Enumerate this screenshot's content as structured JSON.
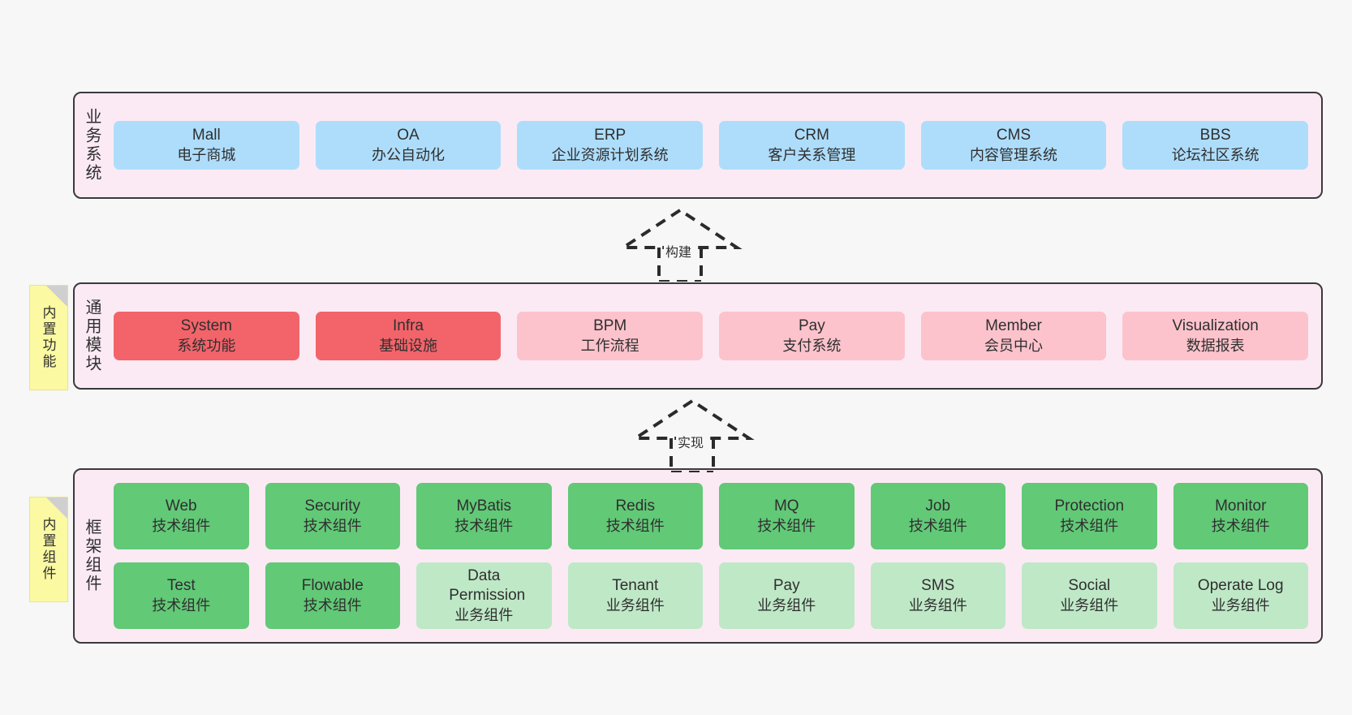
{
  "diagram": {
    "background": "#f7f7f7",
    "layer_fill": "#fbeaf4",
    "layer_border": "#3a3a3a",
    "note_fill": "#fbf9a2"
  },
  "layers": [
    {
      "id": "business-system",
      "label": "业务系统",
      "rows": [
        {
          "cards": [
            {
              "title": "Mall",
              "subtitle": "电子商城",
              "color": "#aeddfb",
              "style": "c-blue"
            },
            {
              "title": "OA",
              "subtitle": "办公自动化",
              "color": "#aeddfb",
              "style": "c-blue"
            },
            {
              "title": "ERP",
              "subtitle": "企业资源计划系统",
              "color": "#aeddfb",
              "style": "c-blue"
            },
            {
              "title": "CRM",
              "subtitle": "客户关系管理",
              "color": "#aeddfb",
              "style": "c-blue"
            },
            {
              "title": "CMS",
              "subtitle": "内容管理系统",
              "color": "#aeddfb",
              "style": "c-blue"
            },
            {
              "title": "BBS",
              "subtitle": "论坛社区系统",
              "color": "#aeddfb",
              "style": "c-blue"
            }
          ]
        }
      ]
    },
    {
      "id": "common-module",
      "label": "通用模块",
      "note": "内置功能",
      "rows": [
        {
          "cards": [
            {
              "title": "System",
              "subtitle": "系统功能",
              "color": "#f2646a",
              "style": "c-red"
            },
            {
              "title": "Infra",
              "subtitle": "基础设施",
              "color": "#f2646a",
              "style": "c-red"
            },
            {
              "title": "BPM",
              "subtitle": "工作流程",
              "color": "#fcc3cc",
              "style": "c-pink"
            },
            {
              "title": "Pay",
              "subtitle": "支付系统",
              "color": "#fcc3cc",
              "style": "c-pink"
            },
            {
              "title": "Member",
              "subtitle": "会员中心",
              "color": "#fcc3cc",
              "style": "c-pink"
            },
            {
              "title": "Visualization",
              "subtitle": "数据报表",
              "color": "#fcc3cc",
              "style": "c-pink"
            }
          ]
        }
      ]
    },
    {
      "id": "framework-component",
      "label": "框架组件",
      "note": "内置组件",
      "rows": [
        {
          "cards": [
            {
              "title": "Web",
              "subtitle": "技术组件",
              "color": "#62c977",
              "style": "c-green"
            },
            {
              "title": "Security",
              "subtitle": "技术组件",
              "color": "#62c977",
              "style": "c-green"
            },
            {
              "title": "MyBatis",
              "subtitle": "技术组件",
              "color": "#62c977",
              "style": "c-green"
            },
            {
              "title": "Redis",
              "subtitle": "技术组件",
              "color": "#62c977",
              "style": "c-green"
            },
            {
              "title": "MQ",
              "subtitle": "技术组件",
              "color": "#62c977",
              "style": "c-green"
            },
            {
              "title": "Job",
              "subtitle": "技术组件",
              "color": "#62c977",
              "style": "c-green"
            },
            {
              "title": "Protection",
              "subtitle": "技术组件",
              "color": "#62c977",
              "style": "c-green"
            },
            {
              "title": "Monitor",
              "subtitle": "技术组件",
              "color": "#62c977",
              "style": "c-green"
            }
          ]
        },
        {
          "cards": [
            {
              "title": "Test",
              "subtitle": "技术组件",
              "color": "#62c977",
              "style": "c-green"
            },
            {
              "title": "Flowable",
              "subtitle": "技术组件",
              "color": "#62c977",
              "style": "c-green"
            },
            {
              "title": "Data Permission",
              "subtitle": "业务组件",
              "color": "#bfe8c7",
              "style": "c-lgreen"
            },
            {
              "title": "Tenant",
              "subtitle": "业务组件",
              "color": "#bfe8c7",
              "style": "c-lgreen"
            },
            {
              "title": "Pay",
              "subtitle": "业务组件",
              "color": "#bfe8c7",
              "style": "c-lgreen"
            },
            {
              "title": "SMS",
              "subtitle": "业务组件",
              "color": "#bfe8c7",
              "style": "c-lgreen"
            },
            {
              "title": "Social",
              "subtitle": "业务组件",
              "color": "#bfe8c7",
              "style": "c-lgreen"
            },
            {
              "title": "Operate Log",
              "subtitle": "业务组件",
              "color": "#bfe8c7",
              "style": "c-lgreen"
            }
          ]
        }
      ]
    }
  ],
  "connectors": [
    {
      "id": "build",
      "label": "构建",
      "from": "common-module",
      "to": "business-system"
    },
    {
      "id": "realize",
      "label": "实现",
      "from": "framework-component",
      "to": "common-module"
    }
  ]
}
